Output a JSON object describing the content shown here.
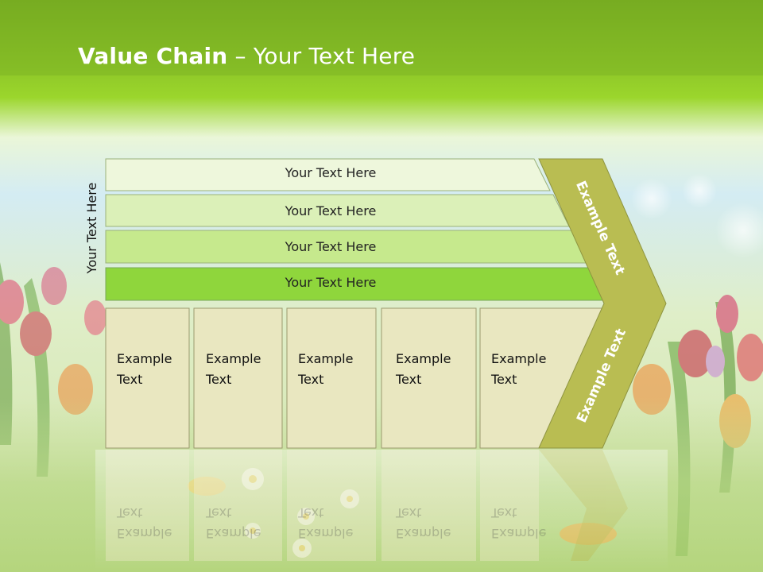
{
  "slide": {
    "title_bold": "Value Chain",
    "title_rest": " – Your Text Here",
    "side_label": "Your Text Here"
  },
  "bars": [
    {
      "label": "Your Text Here",
      "fill": "#eef7dc"
    },
    {
      "label": "Your Text Here",
      "fill": "#dbf0b8"
    },
    {
      "label": "Your Text Here",
      "fill": "#c6e98d"
    },
    {
      "label": "Your Text Here",
      "fill": "#8fd63c"
    }
  ],
  "cells": [
    {
      "line1": "Example",
      "line2": "Text"
    },
    {
      "line1": "Example",
      "line2": "Text"
    },
    {
      "line1": "Example",
      "line2": "Text"
    },
    {
      "line1": "Example",
      "line2": "Text"
    },
    {
      "line1": "Example",
      "line2": "Text"
    }
  ],
  "chevron": {
    "upper_label": "Example Text",
    "lower_label": "Example Text",
    "fill": "#b9bd52"
  },
  "colors": {
    "header_green": "#8ed22c",
    "cell_fill": "#e9e7c0"
  }
}
